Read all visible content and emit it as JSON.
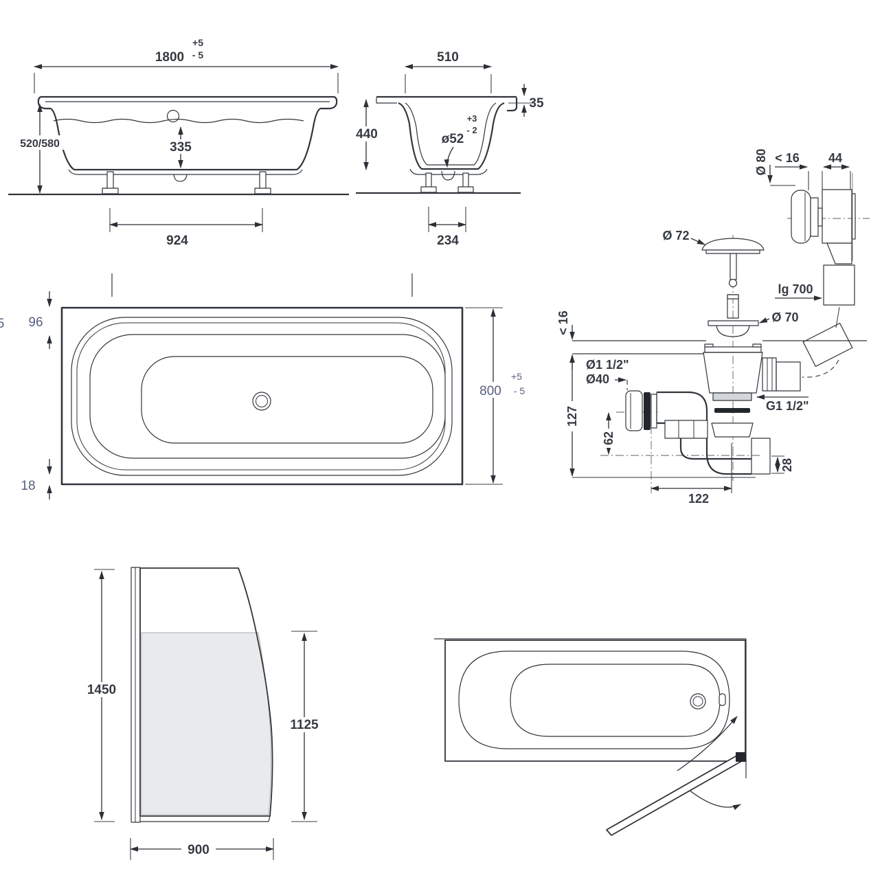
{
  "page": {
    "background": "#ffffff",
    "kind": "bathtub-technical-drawing"
  },
  "colors": {
    "line": "#30353b",
    "dim_text": "#363b42",
    "plan_text": "#57607e",
    "glass_fill": "#e9eaeb",
    "hatch": "#454a50"
  },
  "side_view": {
    "length": "1800",
    "length_tol_plus": "+5",
    "length_tol_minus": "- 5",
    "height": "520/580",
    "overflow_depth": "335",
    "feet_spacing": "924"
  },
  "end_view": {
    "width": "510",
    "rim_height": "35",
    "depth": "440",
    "drain_dia": "ø52",
    "drain_tol_plus": "+3",
    "drain_tol_minus": "- 2",
    "feet_spacing": "234"
  },
  "plan_view": {
    "rim_offset_top": "96",
    "rim_offset_bottom": "18",
    "width": "800",
    "width_tol_plus": "+5",
    "width_tol_minus": "- 5",
    "clipped_digit": "5"
  },
  "waste_view": {
    "overflow_cap_dia": "Ø 80",
    "overflow_wall_max": "< 16",
    "overflow_body_depth": "44",
    "plug_dia": "Ø 72",
    "hose_length": "lg 700",
    "washer_dia": "Ø 70",
    "tub_bottom_max": "< 16",
    "trap_inlet_dia": "Ø1 1/2\"",
    "overflow_pipe_dia": "Ø40",
    "drain_height": "127",
    "trap_drop": "62",
    "outlet_thread": "G1 1/2\"",
    "outlet_nut_height": "28",
    "trap_length": "122"
  },
  "screen_view": {
    "height": "1450",
    "glass_height": "1125",
    "width": "900"
  }
}
